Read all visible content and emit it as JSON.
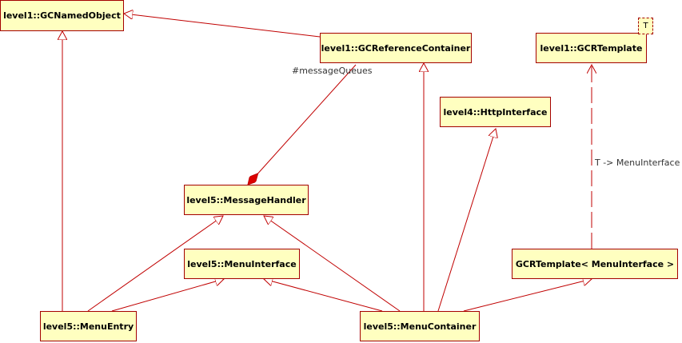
{
  "classes": {
    "gcnamedobject": "level1::GCNamedObject",
    "gcreferencecontainer": "level1::GCReferenceContainer",
    "gcrtemplate": "level1::GCRTemplate",
    "httpinterface": "level4::HttpInterface",
    "messagehandler": "level5::MessageHandler",
    "menuinterface": "level5::MenuInterface",
    "gcrtemplate_menuinterface": "GCRTemplate< MenuInterface >",
    "menuentry": "level5::MenuEntry",
    "menucontainer": "level5::MenuContainer"
  },
  "template_param": "T",
  "labels": {
    "message_queues": "#messageQueues",
    "binding": "T -> MenuInterface"
  },
  "colors": {
    "line": "#c00000",
    "box_fill": "#ffffc0",
    "box_border": "#a40000"
  }
}
